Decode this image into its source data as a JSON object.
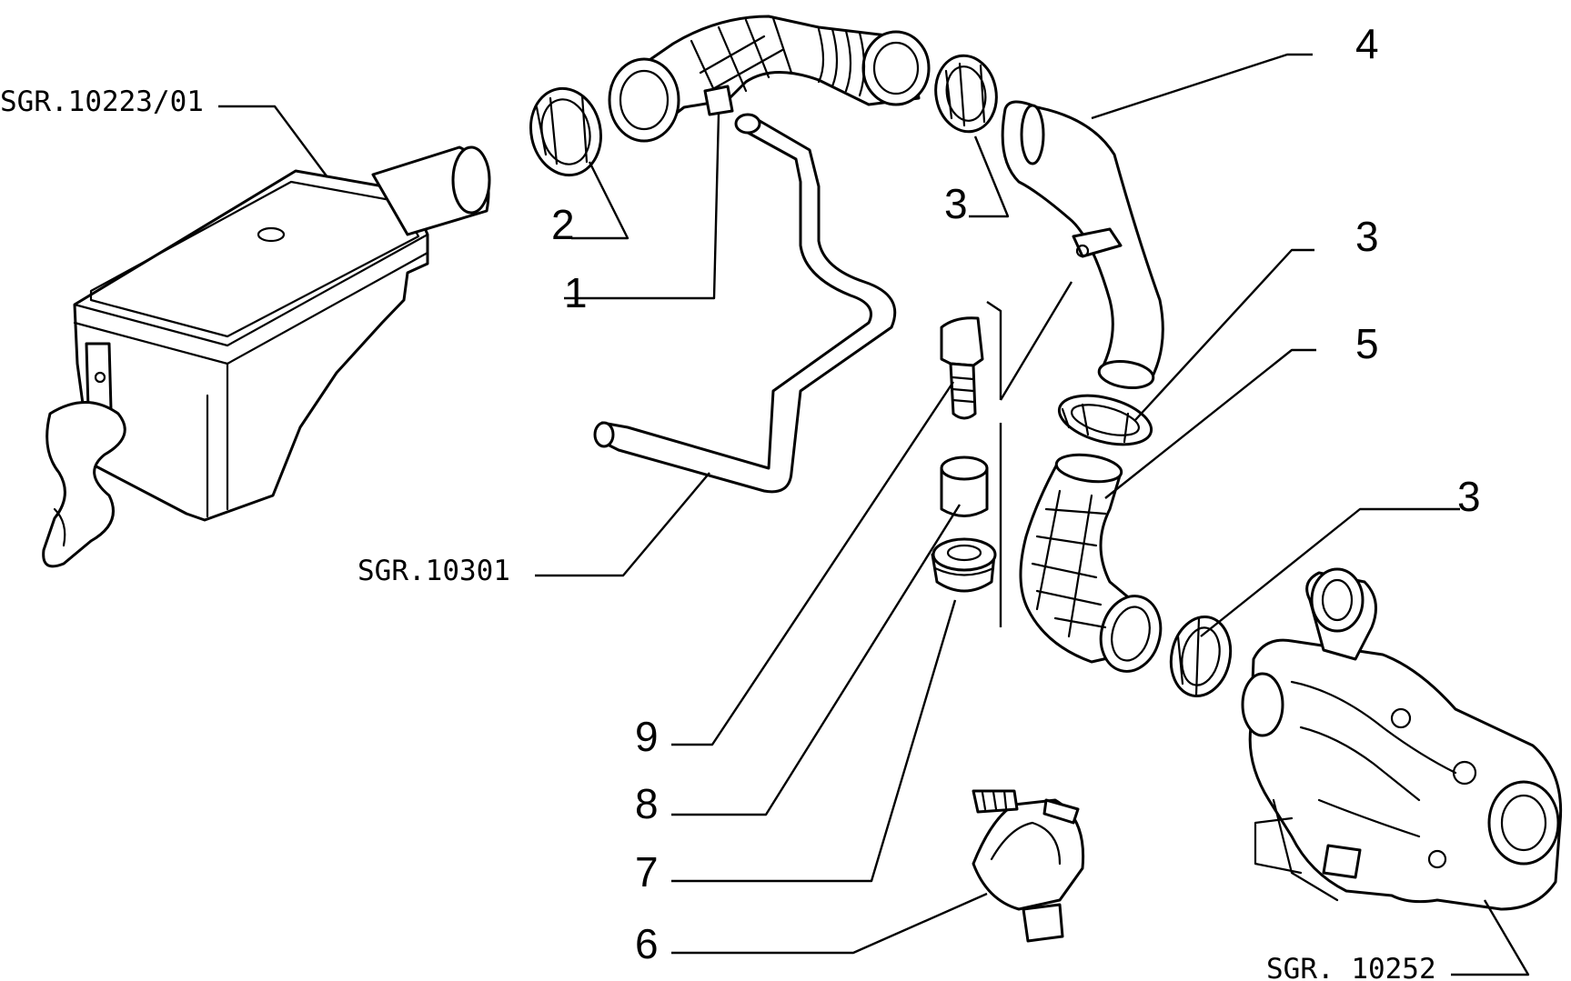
{
  "callouts": {
    "c1": "1",
    "c2": "2",
    "c3a": "3",
    "c3b": "3",
    "c3c": "3",
    "c4": "4",
    "c5": "5",
    "c6": "6",
    "c7": "7",
    "c8": "8",
    "c9": "9"
  },
  "references": {
    "airbox": "SGR.10223/01",
    "pipe": "SGR.10301",
    "turbo": "SGR. 10252"
  }
}
